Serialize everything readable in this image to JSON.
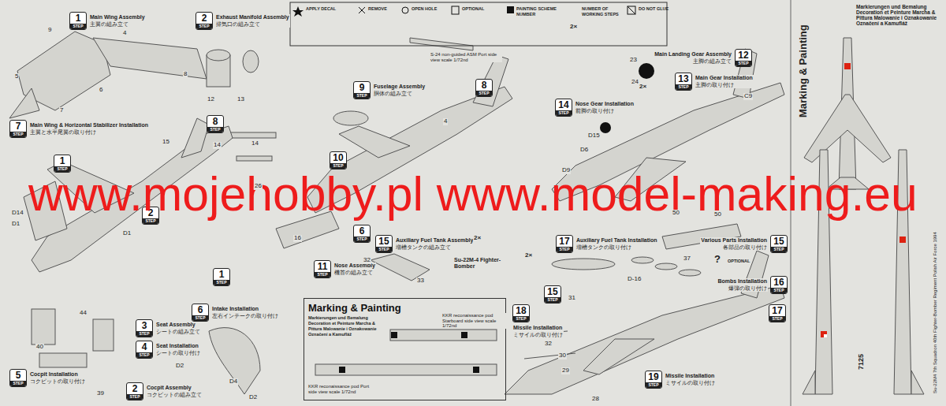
{
  "diagram": {
    "nodes": [
      {
        "text": [
          "1",
          "STEP",
          "Main Wing Assembly",
          "主翼の組み立て"
        ]
      },
      {
        "text": [
          "2",
          "STEP",
          "Exhaust Manifold Assembly",
          "排気口の組み立て"
        ]
      },
      {
        "text": [
          "7",
          "STEP",
          "Main Wing & Horizontal Stabilizer Installation",
          "主翼と水平尾翼の取り付け"
        ]
      },
      {
        "text": [
          "1",
          "STEP"
        ]
      },
      {
        "text": [
          "8",
          "STEP"
        ]
      },
      {
        "text": [
          "9",
          "STEP",
          "Fuselage Assembly",
          "胴体の組み立て"
        ]
      },
      {
        "text": [
          "8",
          "STEP"
        ]
      },
      {
        "text": [
          "10",
          "STEP"
        ]
      },
      {
        "text": [
          "2",
          "STEP"
        ]
      },
      {
        "text": [
          "6",
          "STEP"
        ]
      },
      {
        "text": [
          "15",
          "STEP",
          "Auxiliary Fuel Tank Assembly",
          "増槽タンクの組み立て"
        ]
      },
      {
        "text": [
          "11",
          "STEP",
          "Nose Assembly",
          "機首の組み立て"
        ]
      },
      {
        "text": [
          "1",
          "STEP"
        ]
      },
      {
        "text": [
          "14",
          "STEP",
          "Nose Gear Installation",
          "前脚の取り付け"
        ]
      },
      {
        "text": [
          "12",
          "STEP",
          "Main Landing Gear Assembly",
          "主脚の組み立て"
        ]
      },
      {
        "text": [
          "13",
          "STEP",
          "Main Gear Installation",
          "主脚の取り付け"
        ]
      },
      {
        "text": [
          "15",
          "STEP",
          "Various Parts Installation",
          "各部品の取り付け"
        ]
      },
      {
        "text": [
          "17",
          "STEP",
          "Auxiliary Fuel Tank Installation",
          "増槽タンクの取り付け"
        ]
      },
      {
        "text": [
          "15",
          "STEP"
        ]
      },
      {
        "text": [
          "16",
          "STEP",
          "Bombs Installation",
          "爆弾の取り付け"
        ]
      },
      {
        "text": [
          "18",
          "STEP",
          "Missile Installation",
          "ミサイルの取り付け"
        ]
      },
      {
        "text": [
          "19",
          "STEP",
          "Missile Installation",
          "ミサイルの取り付け"
        ]
      },
      {
        "text": [
          "17",
          "STEP"
        ]
      },
      {
        "text": [
          "3",
          "STEP",
          "Seat Assembly",
          "シートの組み立て"
        ]
      },
      {
        "text": [
          "4",
          "STEP",
          "Seat Installation",
          "シートの取り付け"
        ]
      },
      {
        "text": [
          "5",
          "STEP",
          "Cocpit Installation",
          "コクピットの取り付け"
        ]
      },
      {
        "text": [
          "6",
          "STEP",
          "Intake Installation",
          "左右インテークの取り付け"
        ]
      },
      {
        "text": [
          "2",
          "STEP",
          "Cocpit Assembly",
          "コクピットの組み立て"
        ]
      },
      {
        "text": [
          "Marking & Painting",
          "Markierungen und Bemalung Decoration et Peinture Marcha & Pittura Malowanie i Oznakowanie Označení a Kamufláž"
        ]
      }
    ],
    "labels": [
      "www.mojehobby.pl www.model-making.eu",
      "Marking & Painting",
      "Markierungen und Bemalung Decoration et Peinture Marcha & Pittura Malowanie i Oznakowanie Označení a Kamufláž",
      "Su-22M4 7th Squadron 40th Fighter-Bomber Regiment Polish Air Force 1994",
      "7125",
      "S-24 non-guided ASM Port side view scale 1/72nd",
      "Su-22M-4 Fighter-Bomber",
      "9",
      "4",
      "5",
      "7",
      "6",
      "8",
      "12",
      "13",
      "14",
      "14",
      "26",
      "15",
      "D14",
      "D1",
      "D1",
      "16",
      "32",
      "33",
      "4",
      "23",
      "24",
      "C9",
      "D15",
      "D6",
      "D9",
      "50",
      "50",
      "37",
      "D-16",
      "31",
      "32",
      "30",
      "29",
      "28",
      "44",
      "40",
      "39",
      "D2",
      "D4",
      "D2",
      "KKR reconaissance pod Starboard side view scale 1/72nd",
      "KKR reconaissance pod Port side view scale 1/72nd",
      "2×",
      "2×",
      "2×",
      "?",
      "OPTIONAL",
      "2×"
    ],
    "legend": [
      {
        "text": "APPLY DECAL"
      },
      {
        "text": "REMOVE"
      },
      {
        "text": "OPEN HOLE"
      },
      {
        "text": "OPTIONAL"
      },
      {
        "text": "PAINTING SCHEME NUMBER"
      },
      {
        "text": "NUMBER OF WORKING STEPS"
      },
      {
        "text": "DO NOT GLUE"
      }
    ]
  }
}
